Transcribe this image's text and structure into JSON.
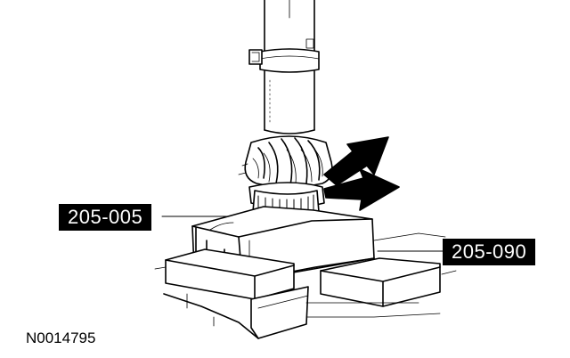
{
  "callouts": {
    "tool_a": "205-005",
    "tool_b": "205-090"
  },
  "figure_id": "N0014795",
  "colors": {
    "ink": "#000000",
    "paper": "#ffffff"
  }
}
